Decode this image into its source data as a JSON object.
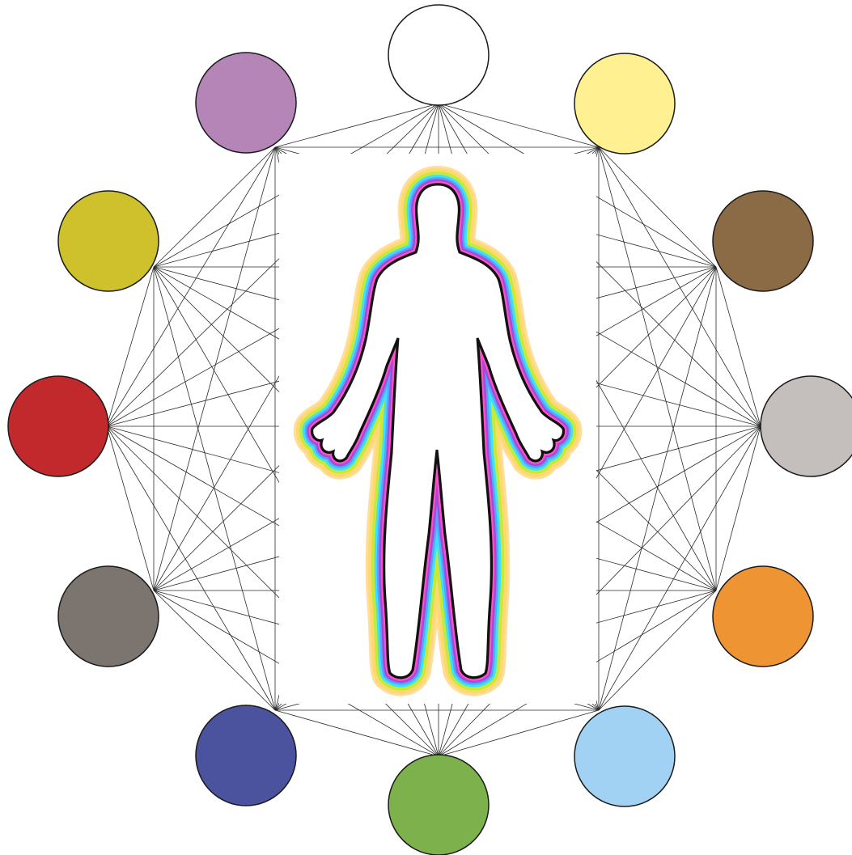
{
  "diagram": {
    "type": "color-wheel-network",
    "center_figure": "human-silhouette-aura-icon",
    "aura_colors": [
      "#ffd24a",
      "#c6ea3a",
      "#3de0ff",
      "#a24bd6",
      "#ff4fcf",
      "#111111"
    ],
    "nodes": [
      {
        "id": "white",
        "color": "#ffffff"
      },
      {
        "id": "pale-yellow",
        "color": "#fff191"
      },
      {
        "id": "brown",
        "color": "#8b6a46"
      },
      {
        "id": "light-gray",
        "color": "#c4bebd"
      },
      {
        "id": "orange",
        "color": "#ef9433"
      },
      {
        "id": "light-blue",
        "color": "#a2d2f3"
      },
      {
        "id": "green",
        "color": "#7db14b"
      },
      {
        "id": "indigo",
        "color": "#4c539e"
      },
      {
        "id": "dark-gray",
        "color": "#7c746e"
      },
      {
        "id": "red",
        "color": "#c1292c"
      },
      {
        "id": "olive-yellow",
        "color": "#cfc12c"
      },
      {
        "id": "lavender",
        "color": "#b485b6"
      }
    ],
    "edges": "complete-graph"
  }
}
